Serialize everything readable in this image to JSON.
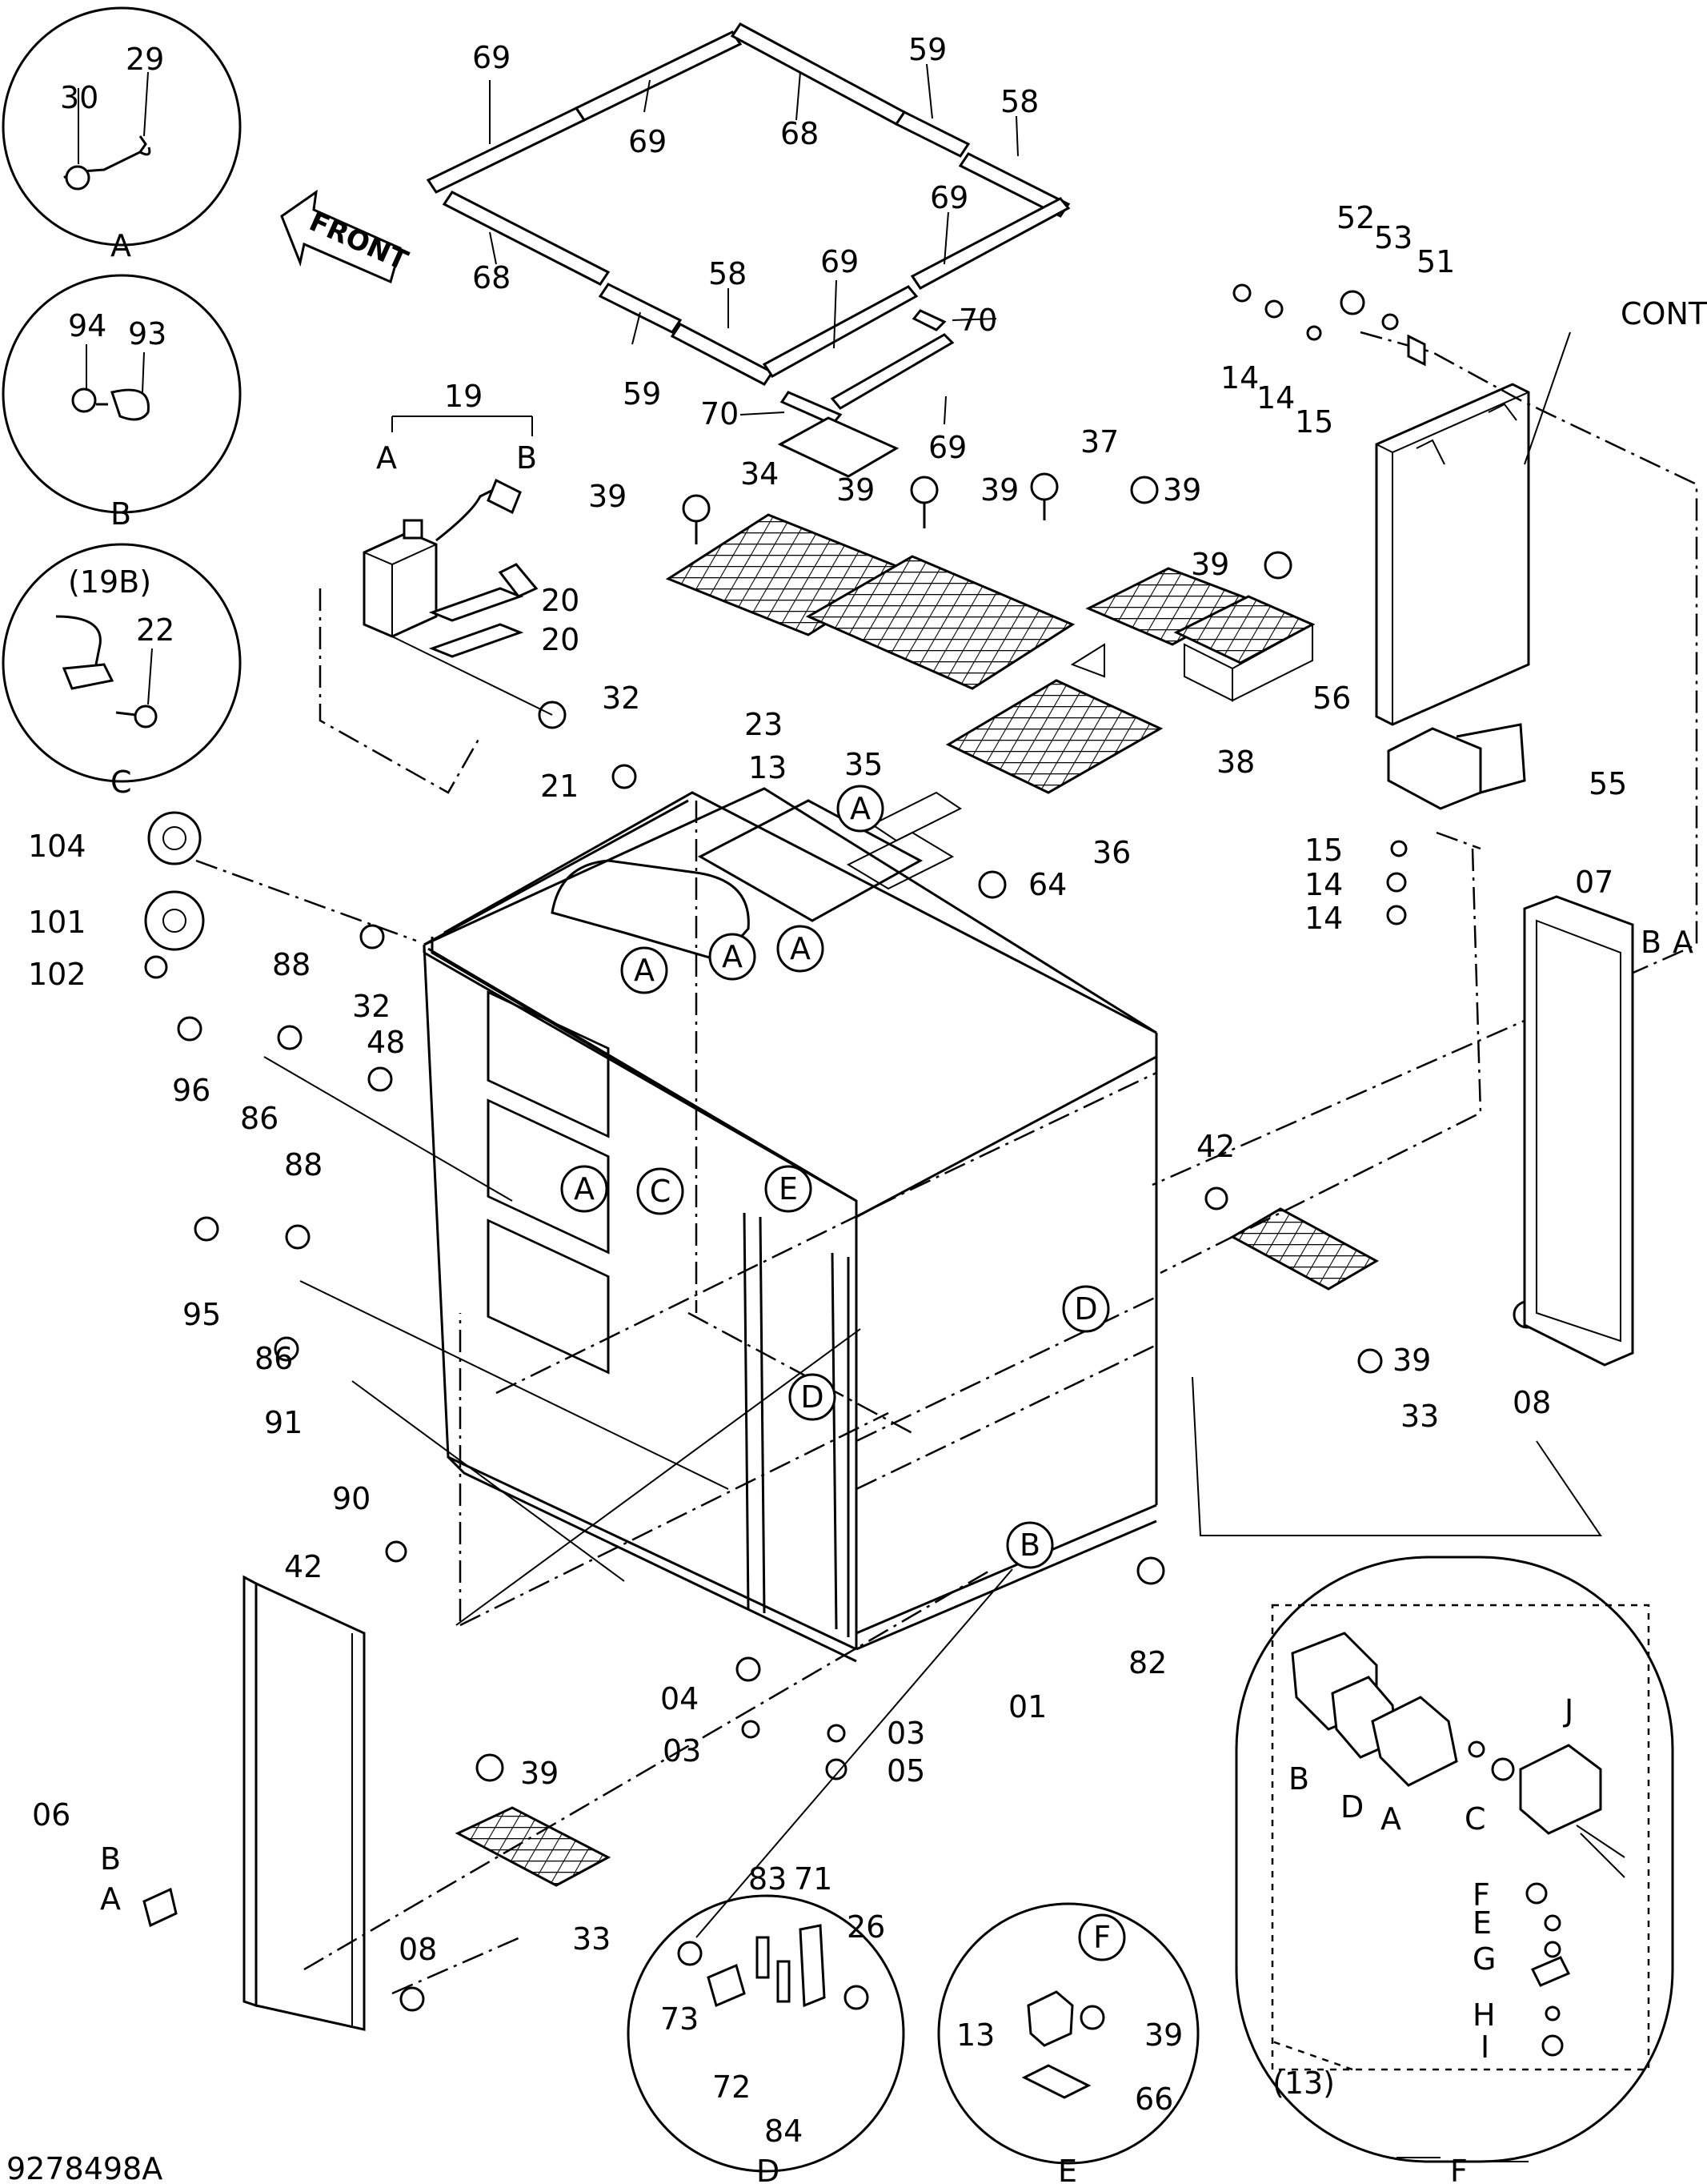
{
  "drawing_id": "9278498A",
  "front_arrow_text": "FRONT",
  "control_box_text": "CONTROL BOX",
  "callouts": [
    {
      "id": "c-69a",
      "text": "69"
    },
    {
      "id": "c-69b",
      "text": "69"
    },
    {
      "id": "c-68a",
      "text": "68"
    },
    {
      "id": "c-59a",
      "text": "59"
    },
    {
      "id": "c-58a",
      "text": "58"
    },
    {
      "id": "c-69c",
      "text": "69"
    },
    {
      "id": "c-68b",
      "text": "68"
    },
    {
      "id": "c-58b",
      "text": "58"
    },
    {
      "id": "c-69d",
      "text": "69"
    },
    {
      "id": "c-70a",
      "text": "70"
    },
    {
      "id": "c-59b",
      "text": "59"
    },
    {
      "id": "c-70b",
      "text": "70"
    },
    {
      "id": "c-69e",
      "text": "69"
    },
    {
      "id": "c-19",
      "text": "19"
    },
    {
      "id": "c-19A",
      "text": "A"
    },
    {
      "id": "c-19B",
      "text": "B"
    },
    {
      "id": "c-20a",
      "text": "20"
    },
    {
      "id": "c-20b",
      "text": "20"
    },
    {
      "id": "c-21",
      "text": "21"
    },
    {
      "id": "c-34",
      "text": "34"
    },
    {
      "id": "c-39a",
      "text": "39"
    },
    {
      "id": "c-39b",
      "text": "39"
    },
    {
      "id": "c-39c",
      "text": "39"
    },
    {
      "id": "c-37",
      "text": "37"
    },
    {
      "id": "c-39d",
      "text": "39"
    },
    {
      "id": "c-39e",
      "text": "39"
    },
    {
      "id": "c-35",
      "text": "35"
    },
    {
      "id": "c-36",
      "text": "36"
    },
    {
      "id": "c-38",
      "text": "38"
    },
    {
      "id": "c-23",
      "text": "23"
    },
    {
      "id": "c-13",
      "text": "13"
    },
    {
      "id": "c-32a",
      "text": "32"
    },
    {
      "id": "c-64",
      "text": "64"
    },
    {
      "id": "c-52",
      "text": "52"
    },
    {
      "id": "c-53",
      "text": "53"
    },
    {
      "id": "c-51",
      "text": "51"
    },
    {
      "id": "c-14a",
      "text": "14"
    },
    {
      "id": "c-14b",
      "text": "14"
    },
    {
      "id": "c-15a",
      "text": "15"
    },
    {
      "id": "c-56",
      "text": "56"
    },
    {
      "id": "c-55",
      "text": "55"
    },
    {
      "id": "c-15b",
      "text": "15"
    },
    {
      "id": "c-14c",
      "text": "14"
    },
    {
      "id": "c-14d",
      "text": "14"
    },
    {
      "id": "c-07",
      "text": "07"
    },
    {
      "id": "c-07B",
      "text": "B"
    },
    {
      "id": "c-07A",
      "text": "A"
    },
    {
      "id": "c-104",
      "text": "104"
    },
    {
      "id": "c-101",
      "text": "101"
    },
    {
      "id": "c-102",
      "text": "102"
    },
    {
      "id": "c-32b",
      "text": "32"
    },
    {
      "id": "c-48",
      "text": "48"
    },
    {
      "id": "c-88a",
      "text": "88"
    },
    {
      "id": "c-96",
      "text": "96"
    },
    {
      "id": "c-86a",
      "text": "86"
    },
    {
      "id": "c-88b",
      "text": "88"
    },
    {
      "id": "c-95",
      "text": "95"
    },
    {
      "id": "c-86b",
      "text": "86"
    },
    {
      "id": "c-91",
      "text": "91"
    },
    {
      "id": "c-90",
      "text": "90"
    },
    {
      "id": "c-42a",
      "text": "42"
    },
    {
      "id": "c-42b",
      "text": "42"
    },
    {
      "id": "c-39f",
      "text": "39"
    },
    {
      "id": "c-33a",
      "text": "33"
    },
    {
      "id": "c-08a",
      "text": "08"
    },
    {
      "id": "c-82",
      "text": "82"
    },
    {
      "id": "c-01",
      "text": "01"
    },
    {
      "id": "c-04",
      "text": "04"
    },
    {
      "id": "c-03a",
      "text": "03"
    },
    {
      "id": "c-03b",
      "text": "03"
    },
    {
      "id": "c-05",
      "text": "05"
    },
    {
      "id": "c-06",
      "text": "06"
    },
    {
      "id": "c-06B",
      "text": "B"
    },
    {
      "id": "c-06A",
      "text": "A"
    },
    {
      "id": "c-39g",
      "text": "39"
    },
    {
      "id": "c-33b",
      "text": "33"
    },
    {
      "id": "c-08b",
      "text": "08"
    }
  ],
  "circle_refs": [
    {
      "id": "r-A1",
      "text": "A"
    },
    {
      "id": "r-A2",
      "text": "A"
    },
    {
      "id": "r-A3",
      "text": "A"
    },
    {
      "id": "r-A4",
      "text": "A"
    },
    {
      "id": "r-A5",
      "text": "A"
    },
    {
      "id": "r-C",
      "text": "C"
    },
    {
      "id": "r-E",
      "text": "E"
    },
    {
      "id": "r-D1",
      "text": "D"
    },
    {
      "id": "r-D2",
      "text": "D"
    },
    {
      "id": "r-B",
      "text": "B"
    },
    {
      "id": "r-F",
      "text": "F"
    }
  ],
  "details": {
    "A": {
      "title": "A",
      "labels": [
        "30",
        "29"
      ]
    },
    "B": {
      "title": "B",
      "labels": [
        "94",
        "93"
      ]
    },
    "C": {
      "title": "C",
      "labels": [
        "(19B)",
        "22"
      ]
    },
    "D": {
      "title": "D",
      "labels": [
        "83",
        "71",
        "26",
        "73",
        "72",
        "84"
      ]
    },
    "E": {
      "title": "E",
      "labels": [
        "13",
        "39",
        "66"
      ]
    },
    "F": {
      "title": "F",
      "labels": [
        "B",
        "D",
        "A",
        "C",
        "J",
        "F",
        "E",
        "G",
        "H",
        "I",
        "(13)"
      ]
    }
  }
}
